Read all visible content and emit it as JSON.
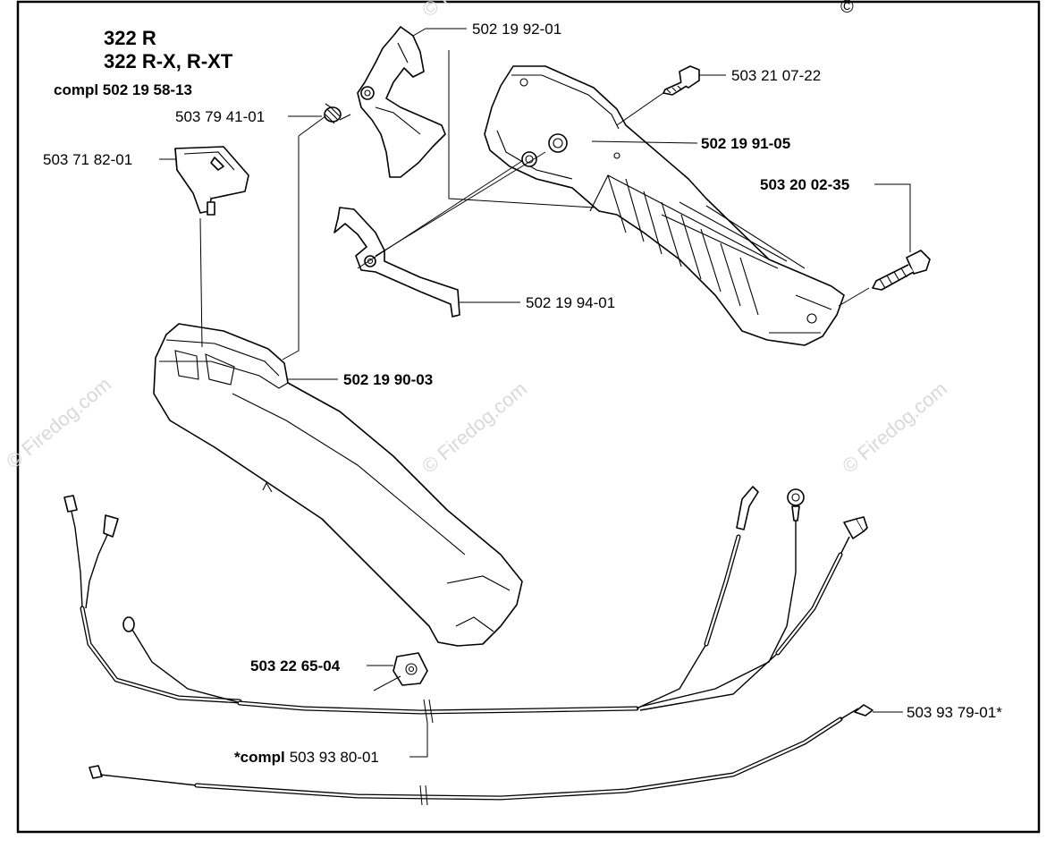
{
  "title": {
    "model_line1": "322 R",
    "model_line2": "322 R-X, R-XT",
    "compl": "compl 502 19 58-13"
  },
  "parts": {
    "p1": "502 19 92-01",
    "p2": "503 21 07-22",
    "p3": "503 79 41-01",
    "p4": "502 19 91-05",
    "p5": "503 71 82-01",
    "p6": "503 20 02-35",
    "p7": "502 19 94-01",
    "p8": "502 19 90-03",
    "p9": "503 22 65-04",
    "p10": "503 93 79-01*",
    "p11_prefix": "*compl",
    "p11": "503 93 80-01"
  },
  "watermark": {
    "text": "© Firedog.com"
  }
}
